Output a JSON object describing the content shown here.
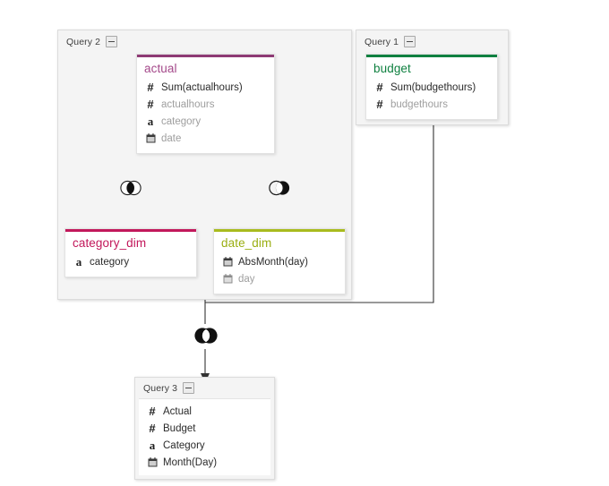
{
  "diagram": {
    "title": "query-join-diagram",
    "background": "#ffffff",
    "edge_color": "#333333"
  },
  "collapse_icon": "minus-icon",
  "groups": [
    {
      "id": "query2",
      "label": "Query 2",
      "collapse_label": "−"
    },
    {
      "id": "query1",
      "label": "Query 1",
      "collapse_label": "−"
    }
  ],
  "tables": [
    {
      "id": "actual",
      "title": "actual",
      "accent": "#8e3a74",
      "title_color": "#a4498a",
      "fields": [
        {
          "icon": "number-icon",
          "glyph": "#",
          "label": "Sum(actualhours)",
          "state": "used"
        },
        {
          "icon": "number-icon",
          "glyph": "#",
          "label": "actualhours",
          "state": "unused"
        },
        {
          "icon": "string-icon",
          "glyph": "a",
          "label": "category",
          "state": "unused"
        },
        {
          "icon": "date-icon",
          "glyph": "calendar",
          "label": "date",
          "state": "unused"
        }
      ]
    },
    {
      "id": "budget",
      "title": "budget",
      "accent": "#0f8040",
      "title_color": "#0f8040",
      "fields": [
        {
          "icon": "number-icon",
          "glyph": "#",
          "label": "Sum(budgethours)",
          "state": "used"
        },
        {
          "icon": "number-icon",
          "glyph": "#",
          "label": "budgethours",
          "state": "unused"
        }
      ]
    },
    {
      "id": "category_dim",
      "title": "category_dim",
      "accent": "#c2185b",
      "title_color": "#c2185b",
      "fields": [
        {
          "icon": "string-icon",
          "glyph": "a",
          "label": "category",
          "state": "used"
        }
      ]
    },
    {
      "id": "date_dim",
      "title": "date_dim",
      "accent": "#a8bb1e",
      "title_color": "#9aae12",
      "fields": [
        {
          "icon": "date-icon",
          "glyph": "calendar",
          "label": "AbsMonth(day)",
          "state": "used"
        },
        {
          "icon": "date-icon",
          "glyph": "calendar",
          "label": "day",
          "state": "unused"
        }
      ]
    }
  ],
  "query_node": {
    "id": "query3",
    "label": "Query 3",
    "collapse_label": "−",
    "fields": [
      {
        "icon": "number-icon",
        "glyph": "#",
        "label": "Actual",
        "state": "used"
      },
      {
        "icon": "number-icon",
        "glyph": "#",
        "label": "Budget",
        "state": "used"
      },
      {
        "icon": "string-icon",
        "glyph": "a",
        "label": "Category",
        "state": "used"
      },
      {
        "icon": "date-icon",
        "glyph": "calendar",
        "label": "Month(Day)",
        "state": "used"
      }
    ]
  },
  "joins": [
    {
      "id": "join-actual-category",
      "icon": "join-inner-icon",
      "left_filled": true,
      "right_filled": false
    },
    {
      "id": "join-actual-date",
      "icon": "join-right-icon",
      "left_filled": false,
      "right_filled": true
    },
    {
      "id": "join-query-outer",
      "icon": "join-full-outer-icon",
      "left_filled": true,
      "right_filled": true
    }
  ]
}
